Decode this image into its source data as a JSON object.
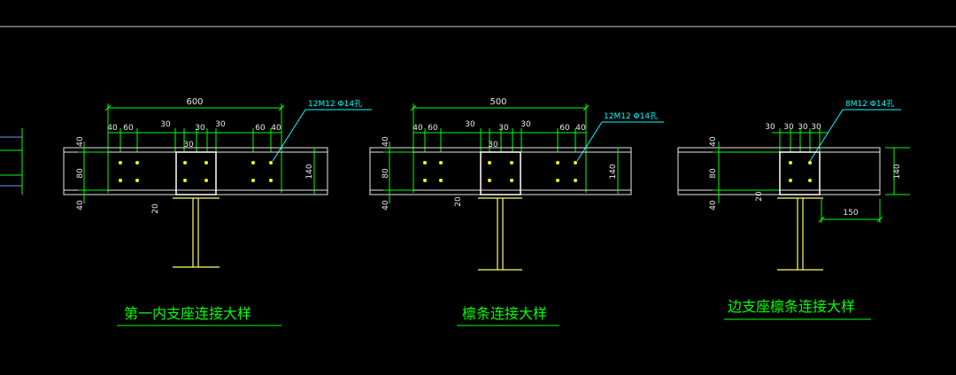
{
  "colors": {
    "background": "#000000",
    "dimension": "#00ff00",
    "beam": "#e8e8e8",
    "column": "#ffff66",
    "annotation": "#00ffff",
    "bolt": "#ffff00",
    "plate": "#ffffff"
  },
  "details": [
    {
      "title": "第一内支座连接大样",
      "total_dim": "600",
      "bolt_note": "12M12  Φ14孔",
      "top_dims": [
        "40",
        "60",
        "30",
        "30",
        "30",
        "30",
        "60",
        "40"
      ],
      "left_dims": [
        "40",
        "80",
        "40"
      ],
      "right_dim": "140",
      "gap_dim": "20"
    },
    {
      "title": "檩条连接大样",
      "total_dim": "500",
      "bolt_note": "12M12  Φ14孔",
      "top_dims": [
        "40",
        "60",
        "30",
        "30",
        "30",
        "30",
        "60",
        "40"
      ],
      "left_dims": [
        "40",
        "80",
        "40"
      ],
      "right_dim": "140",
      "gap_dim": "20"
    },
    {
      "title": "边支座檩条连接大样",
      "bolt_note": "8M12  Φ14孔",
      "top_dims": [
        "30",
        "30",
        "30",
        "30"
      ],
      "left_dims": [
        "40",
        "80",
        "40"
      ],
      "right_dim": "140",
      "gap_dim": "20",
      "end_dim": "150"
    }
  ]
}
